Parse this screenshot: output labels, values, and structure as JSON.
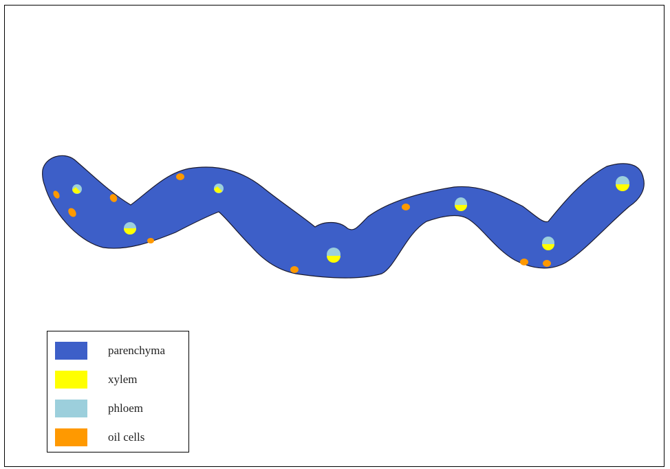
{
  "colors": {
    "parenchyma": "#3d5fc8",
    "xylem": "#ffff00",
    "phloem": "#9ccfdc",
    "oil_cells": "#ff9900",
    "outline": "#1a1a2e"
  },
  "legend": {
    "items": [
      {
        "label": "parenchyma",
        "color": "#3d5fc8"
      },
      {
        "label": "xylem",
        "color": "#ffff00"
      },
      {
        "label": "phloem",
        "color": "#9ccfdc"
      },
      {
        "label": "oil cells",
        "color": "#ff9900"
      }
    ]
  }
}
